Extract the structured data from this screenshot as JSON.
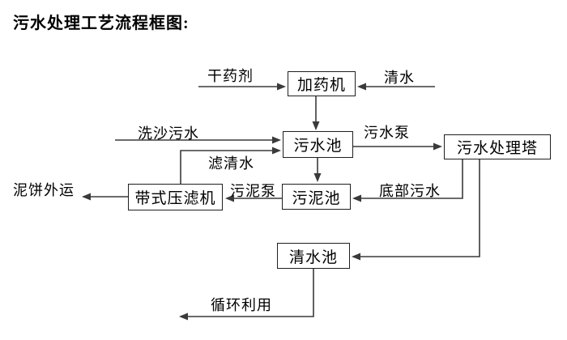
{
  "title": "污水处理工艺流程框图:",
  "nodes": {
    "dosing_machine": "加药机",
    "sewage_pool": "污水池",
    "treatment_tower": "污水处理塔",
    "belt_filter_press": "带式压滤机",
    "sludge_pool": "污泥池",
    "clean_water_pool": "清水池"
  },
  "edge_labels": {
    "dry_chemical": "干药剂",
    "clean_water": "清水",
    "sand_washing_sewage": "洗沙污水",
    "filtered_water": "滤清水",
    "sewage_pump": "污水泵",
    "sludge_pump": "污泥泵",
    "bottom_sewage": "底部污水",
    "mud_cake_out": "泥饼外运",
    "recycle": "循环利用"
  },
  "colors": {
    "line": "#3a3a3a",
    "border": "#1f1f1f",
    "text": "#000000",
    "background": "#ffffff"
  }
}
